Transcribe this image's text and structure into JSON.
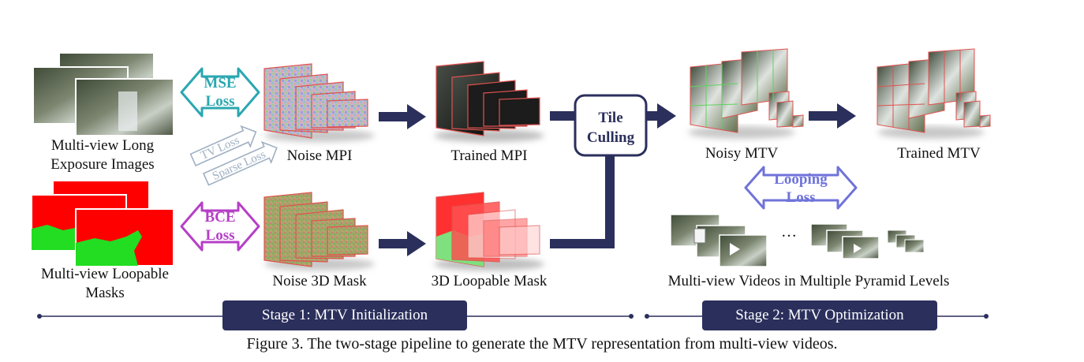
{
  "inputs": {
    "images_label_line1": "Multi-view Long",
    "images_label_line2": "Exposure Images",
    "masks_label_line1": "Multi-view Loopable",
    "masks_label_line2": "Masks"
  },
  "losses": {
    "mse_line1": "MSE",
    "mse_line2": "Loss",
    "bce_line1": "BCE",
    "bce_line2": "Loss",
    "tv": "TV Loss",
    "sparse": "Sparse Loss",
    "looping_line1": "Looping",
    "looping_line2": "Loss"
  },
  "nodes": {
    "noise_mpi": "Noise MPI",
    "trained_mpi": "Trained MPI",
    "noise_mask": "Noise 3D Mask",
    "loopable_mask": "3D Loopable Mask",
    "tile_culling_line1": "Tile",
    "tile_culling_line2": "Culling",
    "noisy_mtv": "Noisy MTV",
    "trained_mtv": "Trained MTV",
    "pyramid_videos": "Multi-view Videos in Multiple Pyramid Levels",
    "ellipsis": "…"
  },
  "stages": {
    "stage1": "Stage 1:  MTV Initialization",
    "stage2": "Stage 2: MTV Optimization"
  },
  "caption": "Figure 3. The two-stage pipeline to generate the MTV representation from multi-view videos.",
  "colors": {
    "navy": "#2b2f5c",
    "mse_teal": "#2aa7b0",
    "bce_magenta": "#b63fc7",
    "looping_blue": "#6f73d9",
    "tv_sparse_gray": "#9fb0c2",
    "mask_red": "#ff0000",
    "mask_green": "#22dd22",
    "frame_red": "#e0524f"
  }
}
